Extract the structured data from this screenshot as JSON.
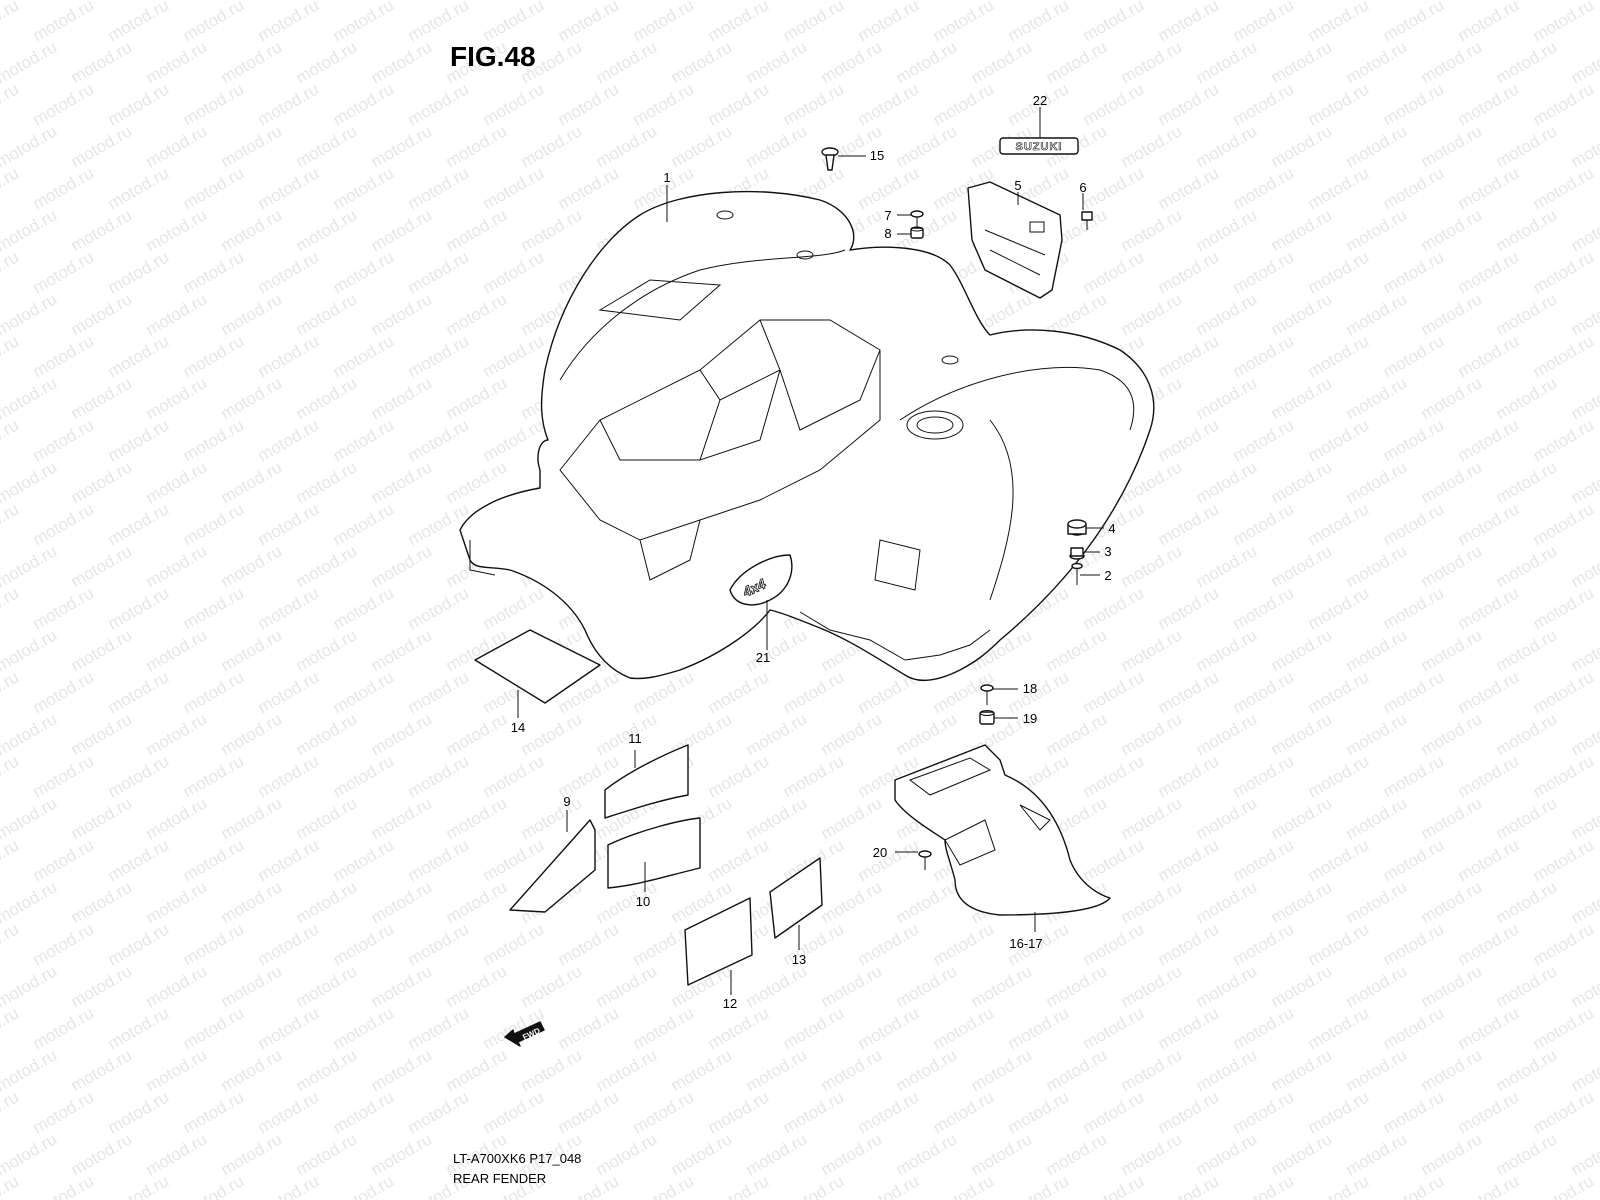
{
  "figure": {
    "title": "FIG.48",
    "model_code": "LT-A700XK6 P17_048",
    "caption": "REAR FENDER"
  },
  "watermark": {
    "text": "motod.ru"
  },
  "emblem": {
    "brand_text": "SUZUKI"
  },
  "fwd_marker": {
    "text": "FWD"
  },
  "callouts": {
    "c1": "1",
    "c2": "2",
    "c3": "3",
    "c4": "4",
    "c5": "5",
    "c6": "6",
    "c7": "7",
    "c8": "8",
    "c9": "9",
    "c10": "10",
    "c11": "11",
    "c12": "12",
    "c13": "13",
    "c14": "14",
    "c15": "15",
    "c16_17": "16-17",
    "c18": "18",
    "c19": "19",
    "c20": "20",
    "c21": "21",
    "c22": "22"
  }
}
